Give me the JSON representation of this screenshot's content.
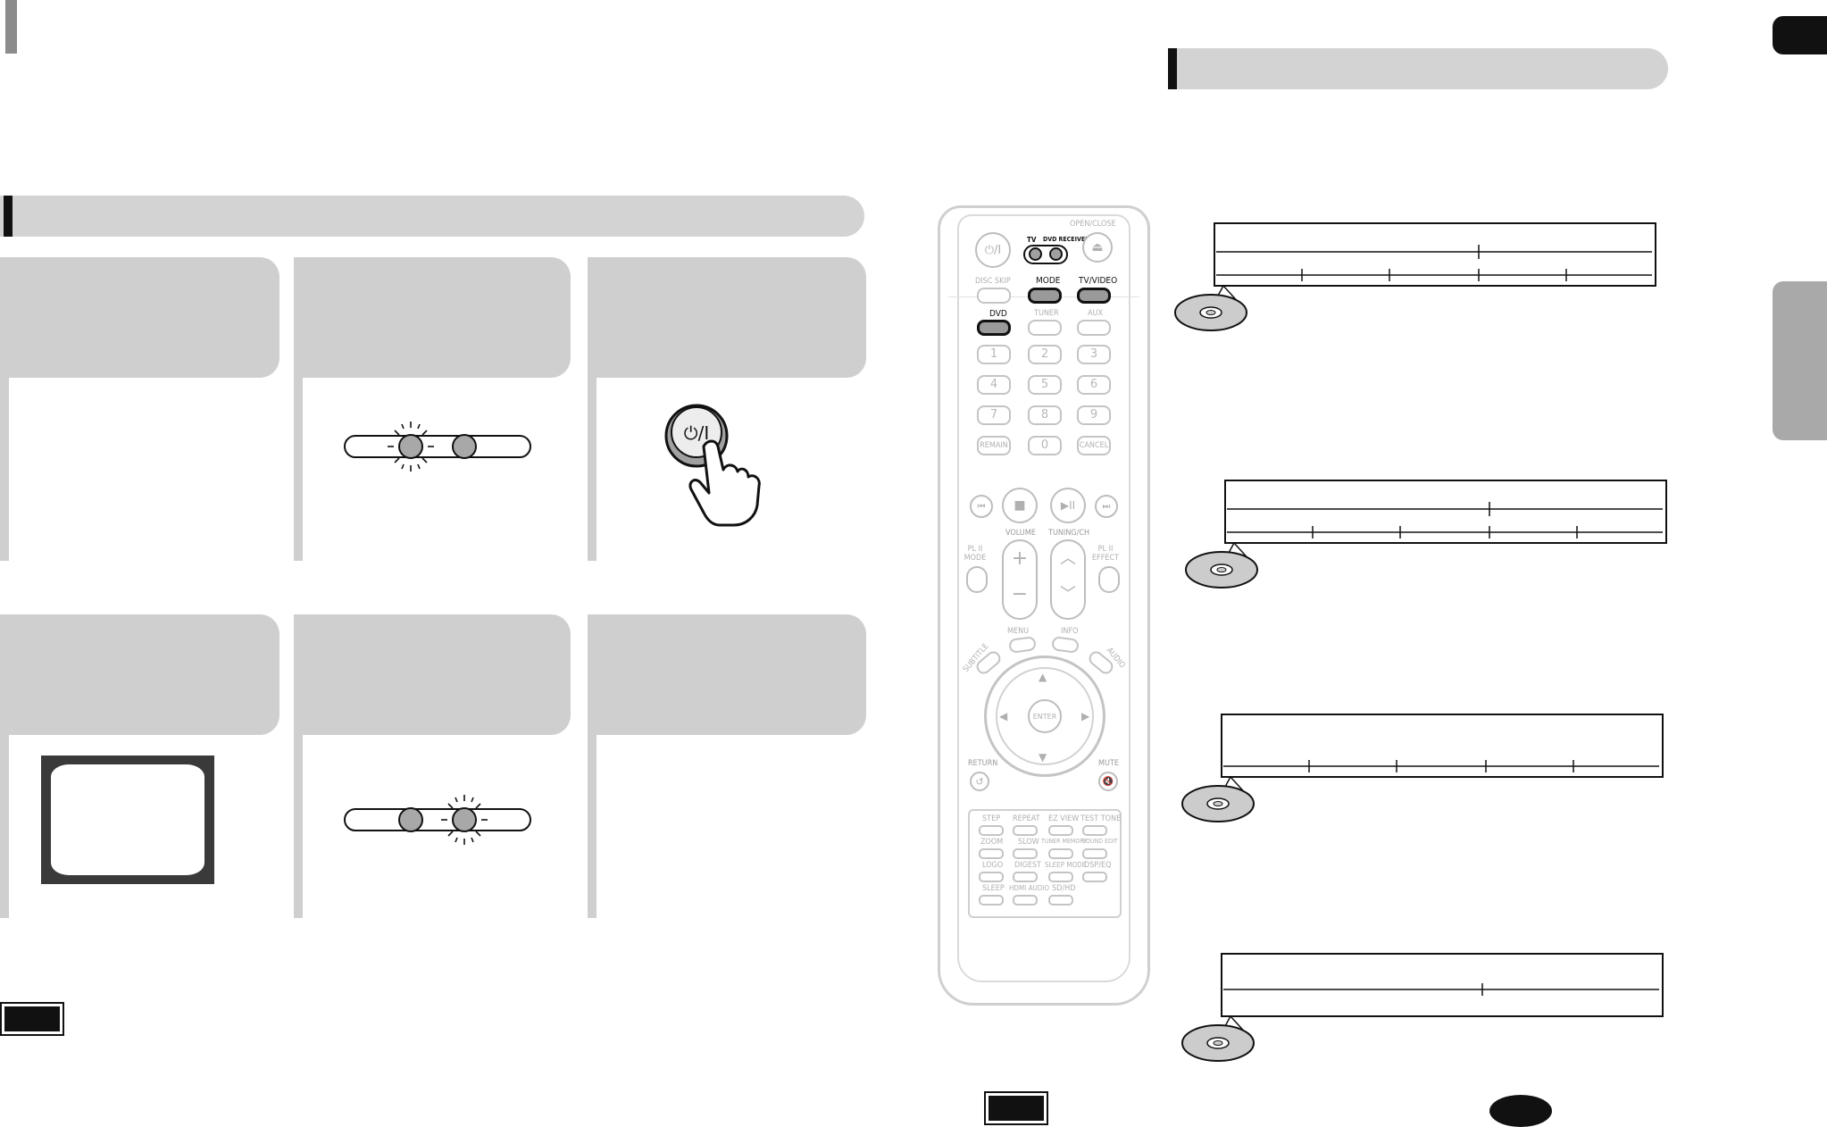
{
  "remote": {
    "labels": {
      "open_close": "OPEN/CLOSE",
      "tv": "TV",
      "dvd_receiver": "DVD RECEIVER",
      "disc_skip": "DISC SKIP",
      "mode": "MODE",
      "tv_video": "TV/VIDEO",
      "dvd": "DVD",
      "tuner": "TUNER",
      "aux": "AUX",
      "remain": "REMAIN",
      "cancel": "CANCEL",
      "volume": "VOLUME",
      "tuning_ch": "TUNING/CH",
      "pl2_mode": "PL II MODE",
      "pl2_effect": "PL II EFFECT",
      "menu": "MENU",
      "info": "INFO",
      "subtitle": "SUBTITLE",
      "audio": "AUDIO",
      "enter": "ENTER",
      "return": "RETURN",
      "mute": "MUTE",
      "step": "STEP",
      "repeat": "REPEAT",
      "ez_view": "EZ VIEW",
      "test_tone": "TEST TONE",
      "zoom": "ZOOM",
      "slow": "SLOW",
      "tuner_memory": "TUNER MEMORY",
      "sound_edit": "SOUND EDIT",
      "logo": "LOGO",
      "digest": "DIGEST",
      "sleep_mode": "SLEEP MODE",
      "dsp_eq": "DSP/EQ",
      "sleep": "SLEEP",
      "hdmi_audio": "HDMI AUDIO",
      "sd_hd": "SD/HD"
    },
    "digits": [
      "1",
      "2",
      "3",
      "4",
      "5",
      "6",
      "7",
      "8",
      "9",
      "0"
    ],
    "power_symbol": "⏻/I",
    "accent_colors": {
      "highlight_border": "#111111",
      "highlight_fill": "#9a9a9a",
      "faded": "#c4c4c4"
    }
  },
  "step_illustrations": {
    "power_button_symbol": "⏻/I"
  },
  "colors": {
    "section_bar": "#d3d3d3",
    "panel_gray": "#cfcfcf",
    "black_tag": "#111111"
  }
}
